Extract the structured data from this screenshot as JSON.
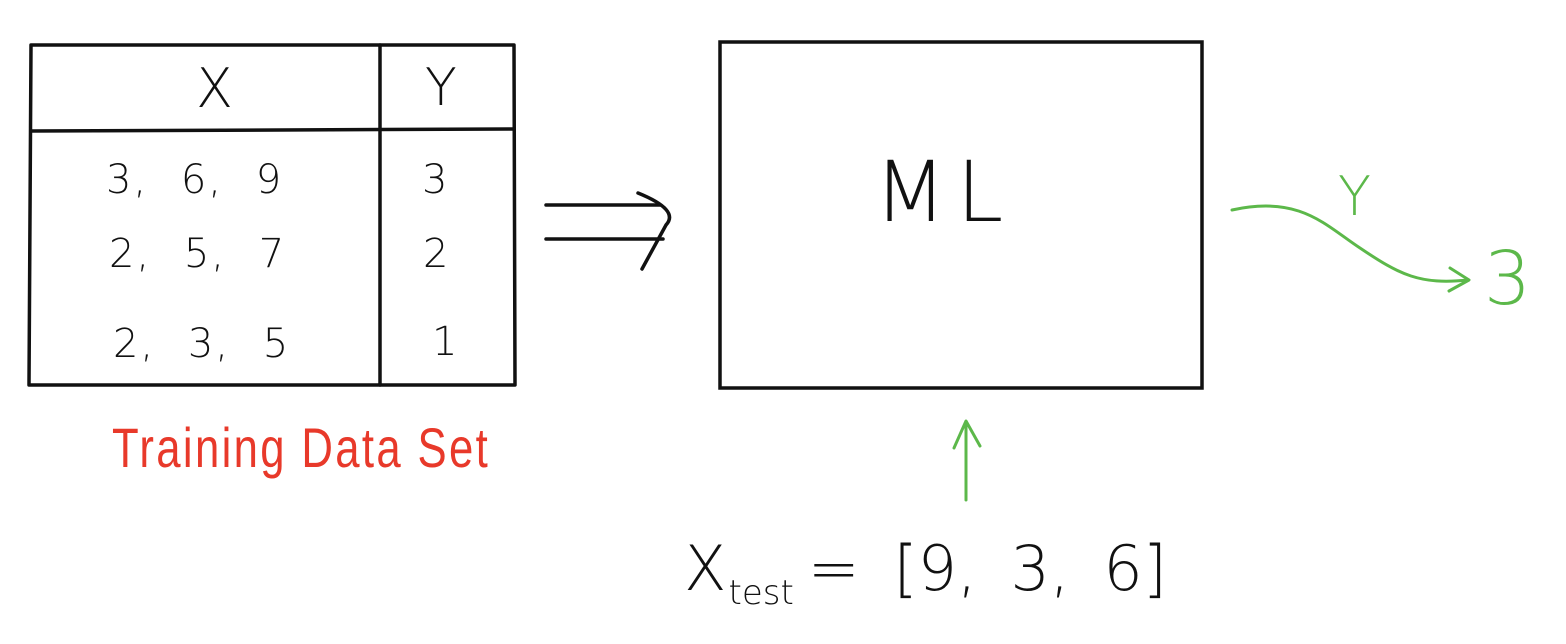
{
  "table": {
    "header_x": "X",
    "header_y": "Y",
    "rows": [
      {
        "x": "3, 6, 9",
        "y": "3"
      },
      {
        "x": "2, 5, 7",
        "y": "2"
      },
      {
        "x": "2, 3, 5",
        "y": "1"
      }
    ],
    "caption": "Training Data Set"
  },
  "model": {
    "label": "ML"
  },
  "input": {
    "label": "X",
    "subscript": "test",
    "value": "= [9, 3, 6]"
  },
  "output": {
    "label": "Y",
    "value": "3"
  },
  "colors": {
    "ink": "#111111",
    "red": "#e8392a",
    "green": "#5cb84a"
  }
}
